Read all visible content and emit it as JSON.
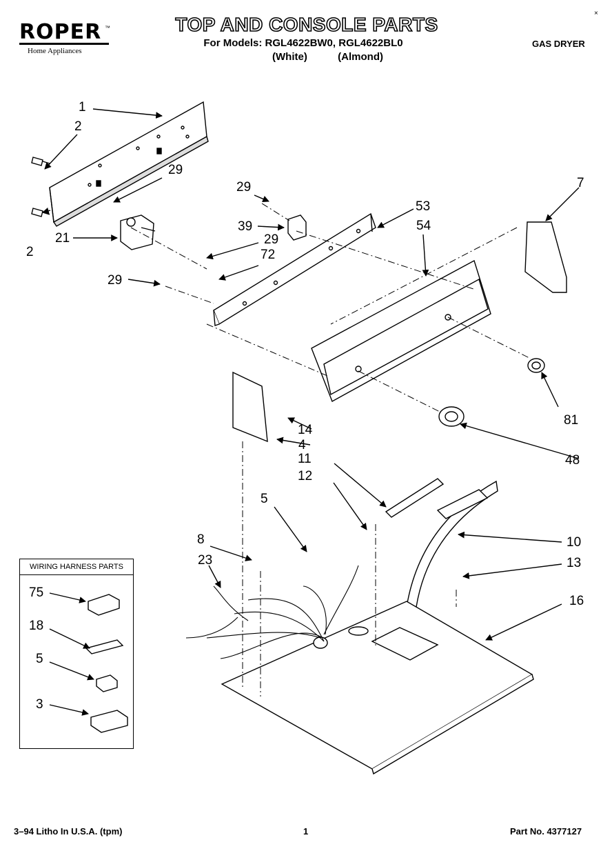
{
  "header": {
    "brand": "ROPER",
    "brand_tm": "™",
    "brand_sub": "Home Appliances",
    "title": "TOP AND CONSOLE PARTS",
    "models_line": "For Models: RGL4622BW0, RGL4622BL0",
    "variant_white": "(White)",
    "variant_almond": "(Almond)",
    "doc_type": "GAS DRYER",
    "corner_mark": "×"
  },
  "footer": {
    "left": "3–94 Litho In U.S.A. (tpm)",
    "page": "1",
    "part_no": "Part No. 4377127"
  },
  "harness_box": {
    "title": "WIRING HARNESS PARTS",
    "labels": [
      "75",
      "18",
      "5",
      "3"
    ]
  },
  "callouts": [
    "1",
    "2",
    "2",
    "29",
    "21",
    "29",
    "39",
    "29",
    "72",
    "29",
    "53",
    "54",
    "7",
    "14",
    "4",
    "81",
    "48",
    "11",
    "12",
    "5",
    "8",
    "23",
    "10",
    "13",
    "16"
  ]
}
